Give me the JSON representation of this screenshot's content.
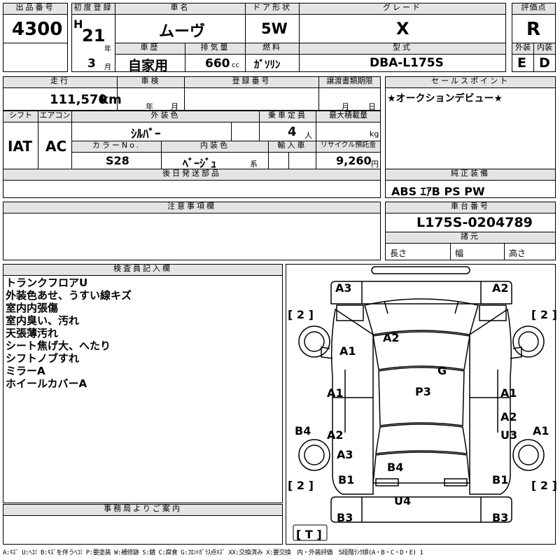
{
  "header": {
    "lot_label": "出品番号",
    "lot_no": "4300",
    "first_reg_label": "初度登録",
    "era": "H",
    "year": "21",
    "year_unit": "年",
    "month": "3",
    "month_unit": "月",
    "car_name_label": "車名",
    "car_name": "ムーヴ",
    "history_label": "車歴",
    "history": "自家用",
    "displacement_label": "排気量",
    "displacement": "660",
    "displacement_unit": "cc",
    "doors_label": "ドア形状",
    "doors": "5W",
    "fuel_label": "燃料",
    "fuel": "ｶﾞｿﾘﾝ",
    "grade_label": "グレード",
    "grade": "X",
    "model_label": "型式",
    "model": "DBA-L175S",
    "score_label": "評価点",
    "score": "R",
    "exterior_label": "外装",
    "exterior": "E",
    "interior_label": "内装",
    "interior": "D"
  },
  "row2": {
    "mileage_label": "走行",
    "mileage": "111,570",
    "mileage_unit": "km",
    "inspection_label": "車検",
    "insp_year_unit": "年",
    "insp_month_unit": "月",
    "regno_label": "登録番号",
    "transfer_label": "譲渡書類期限",
    "transfer_month_unit": "月",
    "transfer_day_unit": "日",
    "sales_label": "セールスポイント",
    "sales_text": "★オークションデビュー★"
  },
  "row3": {
    "shift_label": "シフト",
    "shift": "IAT",
    "ac_label": "エアコン",
    "ac": "AC",
    "color_label": "外装色",
    "color": "ｼﾙﾊﾞｰ",
    "capacity_label": "乗車定員",
    "capacity": "4",
    "capacity_unit": "人",
    "load_label": "最大積載量",
    "load_unit": "kg",
    "colorno_label": "カラーNo.",
    "colorno": "S28",
    "intcolor_label": "内装色",
    "intcolor": "ﾍﾞｰｼﾞｭ",
    "intcolor_unit": "系",
    "import_label": "輸入車",
    "recycle_label": "リサイクル預託金",
    "recycle": "9,260",
    "recycle_unit": "円"
  },
  "later_label": "後日発送部品",
  "options_label": "純正装備",
  "options": "ABS ｴｱB PS PW",
  "caution_label": "注意事項欄",
  "chassis_label": "車台番号",
  "chassis": "L175S-0204789",
  "dims_label": "諸元",
  "length_label": "長さ",
  "width_label": "幅",
  "height_label": "高さ",
  "inspector_label": "検査員記入欄",
  "inspector_notes": [
    "トランクフロアU",
    "外装色あせ、うすい線キズ",
    "室内内張傷",
    "室内臭い、汚れ",
    "天張薄汚れ",
    "シート焦げ大、へたり",
    "シフトノブすれ",
    "ミラーA",
    "ホイールカバーA"
  ],
  "office_label": "事務局よりご案内",
  "diagram": {
    "marks": [
      "A3",
      "A2",
      "A1",
      "A2",
      "G",
      "P3",
      "A1",
      "A1",
      "A2",
      "B4",
      "A2",
      "U3",
      "A1",
      "A3",
      "B4",
      "B1",
      "B1",
      "U4",
      "B3",
      "B3"
    ],
    "tire_left_top": "[ 2 ]",
    "tire_right_top": "[ 2 ]",
    "tire_left_bottom": "[ 2 ]",
    "tire_right_bottom": "[ 2 ]",
    "spare": "[ T ]"
  },
  "legend": "A:ｷｽﾞ U:ﾍｺﾐ B:ｷｽﾞを伴うﾍｺﾐ P:要塗装 W:補修跡 S:錆 C:腐食 G:ﾌﾛﾝﾄｶﾞﾗｽ点ｷｽﾞ XX:交換済み X:要交換　内・外装評価　5段階ﾗﾝｸ順(A・B・C・D・E) 1"
}
